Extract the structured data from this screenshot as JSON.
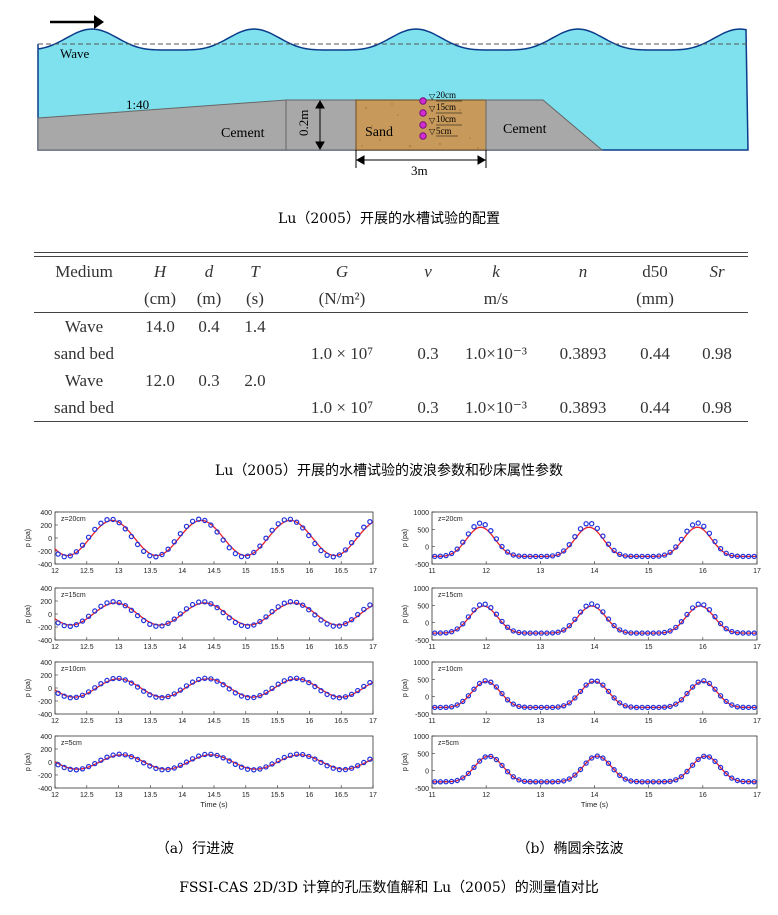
{
  "figure1": {
    "wave_label": "Wave",
    "slope_label": "1:40",
    "cement_left": "Cement",
    "cement_right": "Cement",
    "sand_label": "Sand",
    "depth_label": "0.2m",
    "width_label": "3m",
    "sensor_labels": [
      "20cm",
      "15cm",
      "10cm",
      "5cm"
    ],
    "caption": "Lu（2005）开展的水槽试验的配置",
    "colors": {
      "water": "#7fe0ee",
      "cement": "#a8a8a8",
      "sand": "#c79a5c",
      "sensor": "#d22bd2"
    }
  },
  "table": {
    "header_top": [
      "Medium",
      "H",
      "d",
      "T",
      "G",
      "ν",
      "k",
      "n",
      "d50",
      "Sr"
    ],
    "header_units": [
      "",
      "(cm)",
      "(m)",
      "(s)",
      "(N/m²)",
      "",
      "m/s",
      "",
      "(mm)",
      ""
    ],
    "rows": [
      [
        "Wave",
        "14.0",
        "0.4",
        "1.4",
        "",
        "",
        "",
        "",
        "",
        ""
      ],
      [
        "sand bed",
        "",
        "",
        "",
        "1.0 × 10⁷",
        "0.3",
        "1.0×10⁻³",
        "0.3893",
        "0.44",
        "0.98"
      ],
      [
        "Wave",
        "12.0",
        "0.3",
        "2.0",
        "",
        "",
        "",
        "",
        "",
        ""
      ],
      [
        "sand bed",
        "",
        "",
        "",
        "1.0 × 10⁷",
        "0.3",
        "1.0×10⁻³",
        "0.3893",
        "0.44",
        "0.98"
      ]
    ],
    "caption": "Lu（2005）开展的水槽试验的波浪参数和砂床属性参数"
  },
  "chart_data": [
    {
      "type": "line",
      "panel": "a",
      "annotation": "z=20cm",
      "xlim": [
        12,
        17
      ],
      "ylim": [
        -400,
        400
      ],
      "xticks": [
        12,
        12.5,
        13,
        13.5,
        14,
        14.5,
        15,
        15.5,
        16,
        16.5,
        17
      ],
      "yticks": [
        -400,
        -200,
        0,
        200,
        400
      ],
      "ylabel": "p (pa)",
      "xlabel": "",
      "period": 1.4,
      "amplitude": 270,
      "phase_peak": 12.9,
      "measured_amplitude": 290,
      "colors": {
        "model": "#e8202a",
        "measured": "#2233dd"
      }
    },
    {
      "type": "line",
      "panel": "a",
      "annotation": "z=15cm",
      "xlim": [
        12,
        17
      ],
      "ylim": [
        -400,
        400
      ],
      "xticks": [
        12,
        12.5,
        13,
        13.5,
        14,
        14.5,
        15,
        15.5,
        16,
        16.5,
        17
      ],
      "yticks": [
        -400,
        -200,
        0,
        200,
        400
      ],
      "ylabel": "p (pa)",
      "xlabel": "",
      "period": 1.4,
      "amplitude": 170,
      "phase_peak": 12.95,
      "measured_amplitude": 190
    },
    {
      "type": "line",
      "panel": "a",
      "annotation": "z=10cm",
      "xlim": [
        12,
        17
      ],
      "ylim": [
        -400,
        400
      ],
      "xticks": [
        12,
        12.5,
        13,
        13.5,
        14,
        14.5,
        15,
        15.5,
        16,
        16.5,
        17
      ],
      "yticks": [
        -400,
        -200,
        0,
        200,
        400
      ],
      "ylabel": "p (pa)",
      "xlabel": "",
      "period": 1.4,
      "amplitude": 140,
      "phase_peak": 13.0,
      "measured_amplitude": 150
    },
    {
      "type": "line",
      "panel": "a",
      "annotation": "z=5cm",
      "xlim": [
        12,
        17
      ],
      "ylim": [
        -400,
        400
      ],
      "xticks": [
        12,
        12.5,
        13,
        13.5,
        14,
        14.5,
        15,
        15.5,
        16,
        16.5,
        17
      ],
      "yticks": [
        -400,
        -200,
        0,
        200,
        400
      ],
      "ylabel": "p (pa)",
      "xlabel": "Time (s)",
      "period": 1.4,
      "amplitude": 110,
      "phase_peak": 13.05,
      "measured_amplitude": 120
    },
    {
      "type": "line",
      "panel": "b",
      "annotation": "z=20cm",
      "xlim": [
        11,
        17
      ],
      "ylim": [
        -500,
        1000
      ],
      "xticks": [
        11,
        12,
        13,
        14,
        15,
        16,
        17
      ],
      "yticks": [
        -500,
        0,
        500,
        1000
      ],
      "ylabel": "p (pa)",
      "xlabel": "",
      "period": 2.0,
      "peak": 560,
      "trough": -280,
      "phase_peak": 11.9,
      "measured_peak": 680
    },
    {
      "type": "line",
      "panel": "b",
      "annotation": "z=15cm",
      "xlim": [
        11,
        17
      ],
      "ylim": [
        -500,
        1000
      ],
      "xticks": [
        11,
        12,
        13,
        14,
        15,
        16,
        17
      ],
      "yticks": [
        -500,
        0,
        500,
        1000
      ],
      "ylabel": "p (pa)",
      "xlabel": "",
      "period": 2.0,
      "peak": 480,
      "trough": -300,
      "phase_peak": 11.95,
      "measured_peak": 540
    },
    {
      "type": "line",
      "panel": "b",
      "annotation": "z=10cm",
      "xlim": [
        11,
        17
      ],
      "ylim": [
        -500,
        1000
      ],
      "xticks": [
        11,
        12,
        13,
        14,
        15,
        16,
        17
      ],
      "yticks": [
        -500,
        0,
        500,
        1000
      ],
      "ylabel": "p (pa)",
      "xlabel": "",
      "period": 2.0,
      "peak": 440,
      "trough": -310,
      "phase_peak": 12.0,
      "measured_peak": 460
    },
    {
      "type": "line",
      "panel": "b",
      "annotation": "z=5cm",
      "xlim": [
        11,
        17
      ],
      "ylim": [
        -500,
        1000
      ],
      "xticks": [
        11,
        12,
        13,
        14,
        15,
        16,
        17
      ],
      "yticks": [
        -500,
        0,
        500,
        1000
      ],
      "ylabel": "p (pa)",
      "xlabel": "Time (s)",
      "period": 2.0,
      "peak": 420,
      "trough": -320,
      "phase_peak": 12.05,
      "measured_peak": 420
    }
  ],
  "subcaptions": {
    "a": "（a）行进波",
    "b": "（b）椭圆余弦波"
  },
  "caption3": "FSSI-CAS 2D/3D 计算的孔压数值解和 Lu（2005）的测量值对比"
}
